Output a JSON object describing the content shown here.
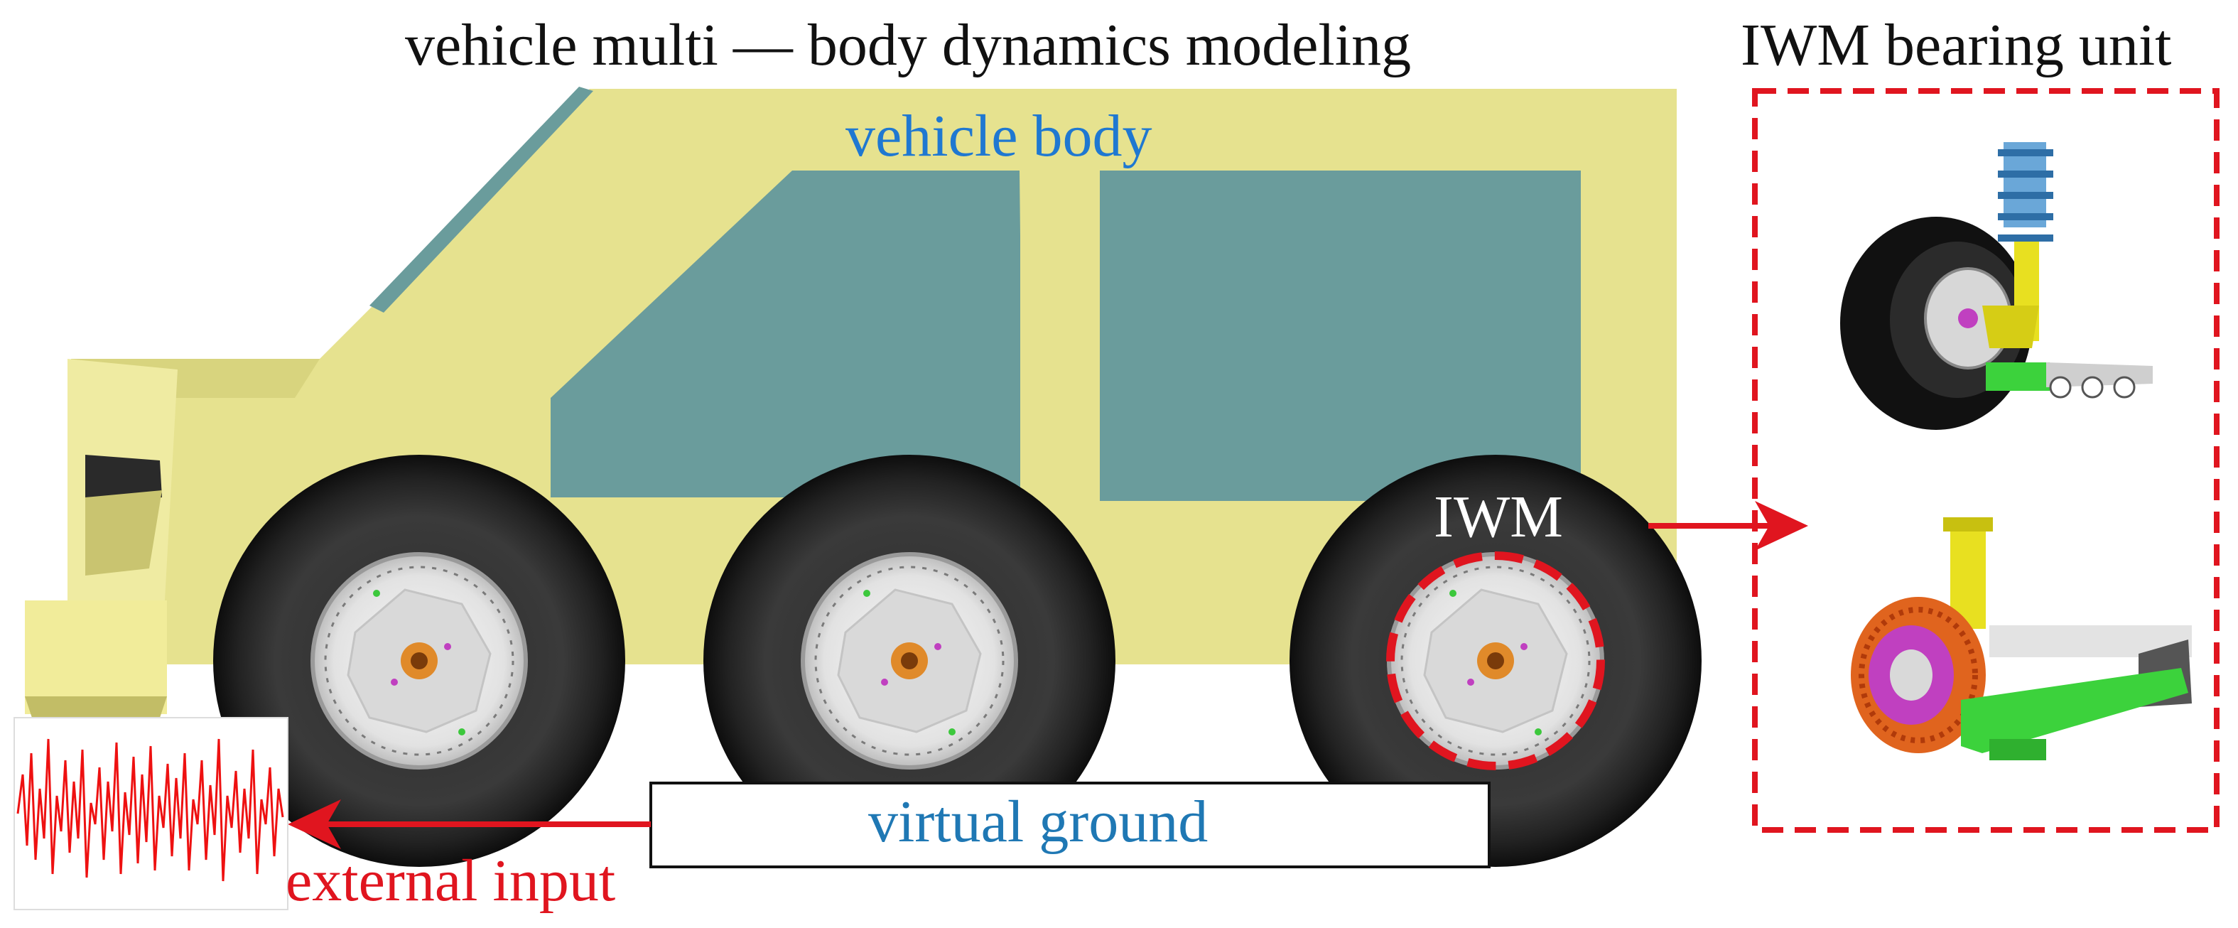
{
  "labels": {
    "main_title": "vehicle multi — body dynamics modeling",
    "unit_title": "IWM bearing unit",
    "vehicle_body": "vehicle body",
    "iwm": "IWM",
    "virtual_ground": "virtual ground",
    "external_input": "external input"
  },
  "colors": {
    "body": "#e6e28f",
    "window": "#6a9c9c",
    "tire": "#1a1a1a",
    "rim": "#e8e8e8",
    "hub": "#e08a2a",
    "accent_red": "#e0151f",
    "body_label": "#1f78d1",
    "ground_label": "#1f78b4",
    "spring": "#4a90c8",
    "strut": "#e8e020",
    "arm": "#3cd23c",
    "motor": "#d43cc8"
  },
  "icons": [
    "wheel-icon",
    "suspension-icon",
    "signal-waveform-icon",
    "arrow-icon"
  ]
}
